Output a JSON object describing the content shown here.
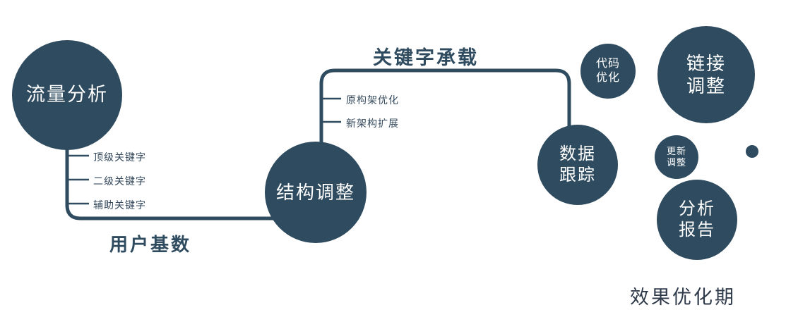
{
  "diagram": {
    "nodes": {
      "traffic": {
        "label": "流量分析"
      },
      "structure": {
        "label": "结构调整"
      },
      "data_tracking": {
        "line1": "数据",
        "line2": "跟踪"
      },
      "code_optimization": {
        "line1": "代码",
        "line2": "优化"
      },
      "link_adjustment": {
        "line1": "链接",
        "line2": "调整"
      },
      "update_adjustment": {
        "line1": "更新",
        "line2": "调整"
      },
      "analysis_report": {
        "line1": "分析",
        "line2": "报告"
      }
    },
    "edge_labels": {
      "keyword_carry": "关键字承载",
      "user_base": "用户基数"
    },
    "left_branches": [
      "顶级关键字",
      "二级关键字",
      "辅助关键字"
    ],
    "mid_branches": [
      "原构架优化",
      "新架构扩展"
    ],
    "footer": "效果优化期",
    "colors": {
      "primary": "#2f4b5f",
      "text_on_dark": "#ffffff",
      "background": "#ffffff"
    }
  }
}
